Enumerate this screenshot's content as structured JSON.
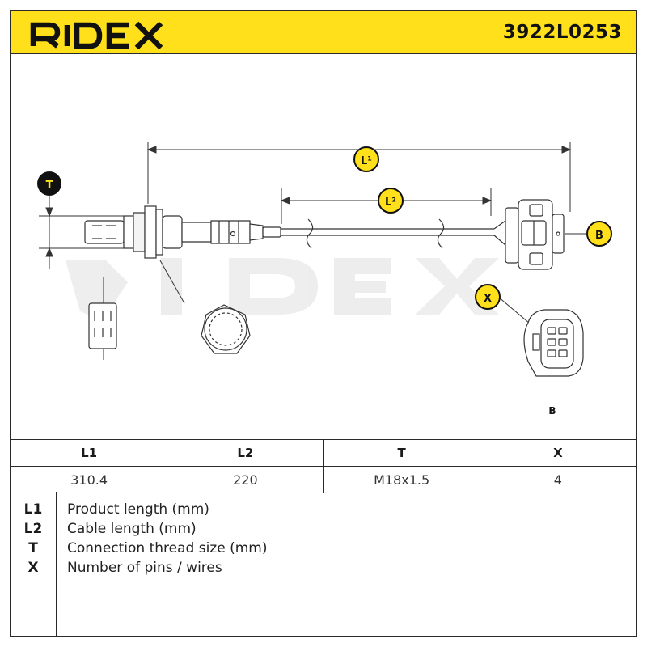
{
  "header": {
    "brand": "RIDEX",
    "part_number": "3922L0253",
    "accent_color": "#ffe01a"
  },
  "drawing": {
    "callouts": {
      "t": "T",
      "l1": "L¹",
      "l2": "L²",
      "b": "B",
      "x": "X"
    },
    "connector_caption": "B",
    "watermark": "RIDEX"
  },
  "specs": {
    "headers": [
      "L1",
      "L2",
      "T",
      "X"
    ],
    "values": [
      "310.4",
      "220",
      "M18x1.5",
      "4"
    ]
  },
  "legend": [
    {
      "key": "L1",
      "desc": "Product length (mm)"
    },
    {
      "key": "L2",
      "desc": "Cable length (mm)"
    },
    {
      "key": "T",
      "desc": "Connection thread size (mm)"
    },
    {
      "key": "X",
      "desc": "Number of pins / wires"
    }
  ]
}
